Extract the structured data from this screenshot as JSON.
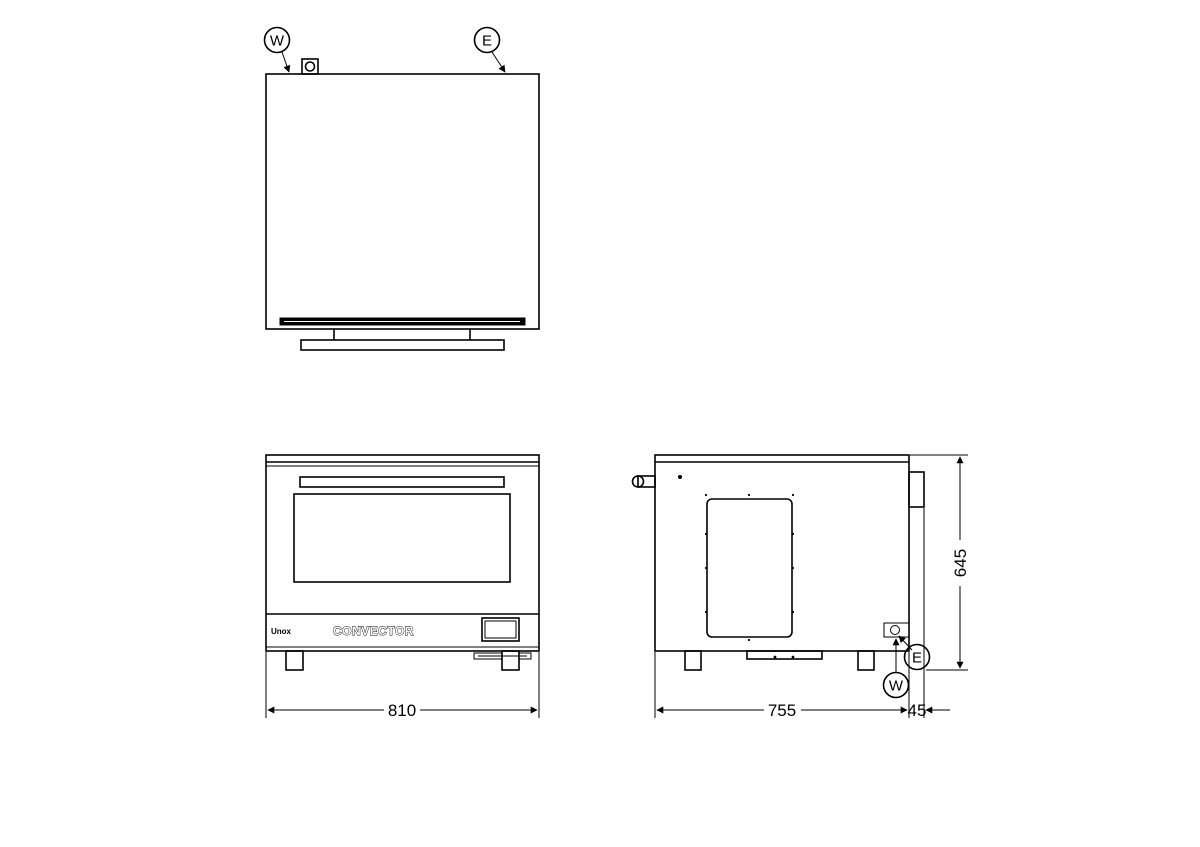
{
  "drawing": {
    "callouts": {
      "water": "W",
      "electric": "E"
    },
    "labels": {
      "brand": "Unox",
      "model": "CONVECTOR"
    },
    "dimensions": {
      "width": "810",
      "depth": "755",
      "offset": "45",
      "height": "645"
    }
  }
}
